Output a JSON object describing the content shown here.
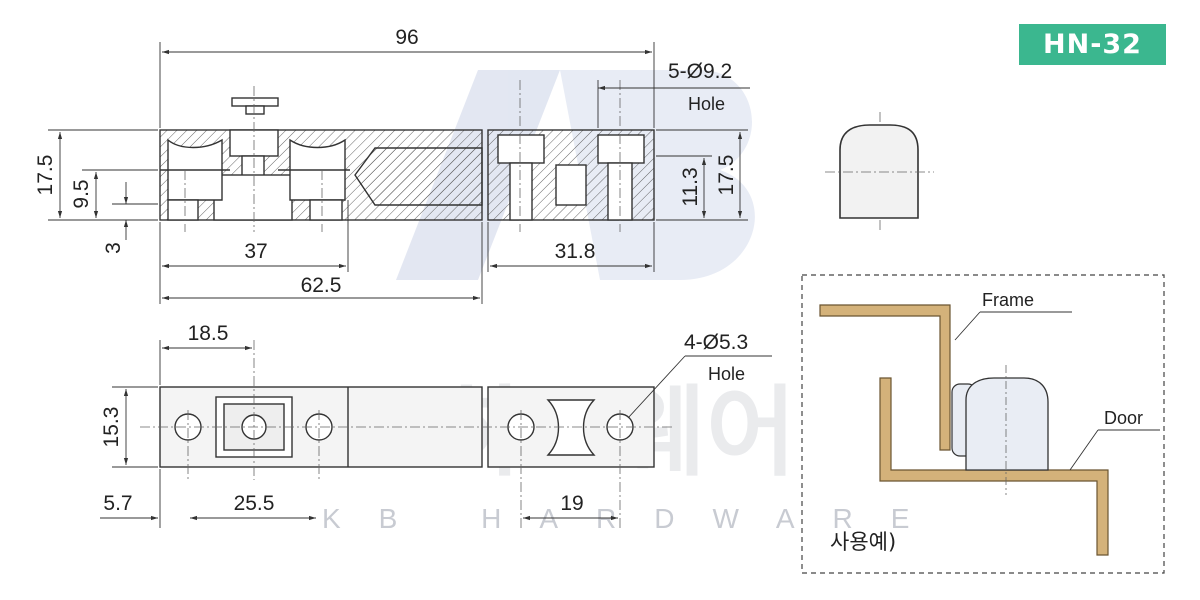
{
  "badge": {
    "label": "HN-32",
    "color": "#3bb78f"
  },
  "watermark": {
    "korean": "KB하드웨어",
    "english": "KB HARDWARE",
    "logo": "KB"
  },
  "side_view": {
    "dims": {
      "overall_length": "96",
      "total_height": "17.5",
      "lower_height": "9.5",
      "step": "3",
      "left_hole_pos": "37",
      "hinge_joint_pos": "62.5",
      "right_section": "31.8",
      "right_height": "17.5",
      "inner_height": "11.3"
    },
    "callout": {
      "label": "5-Ø9.2",
      "sub": "Hole"
    }
  },
  "top_view": {
    "dims": {
      "slot_center": "18.5",
      "width": "15.3",
      "edge_offset": "5.7",
      "hole_spacing_left": "25.5",
      "hole_spacing_right": "19"
    },
    "callout": {
      "label": "4-Ø5.3",
      "sub": "Hole"
    }
  },
  "usage_example": {
    "caption": "사용예)",
    "frame_label": "Frame",
    "door_label": "Door",
    "plate_color": "#d4b27a"
  }
}
